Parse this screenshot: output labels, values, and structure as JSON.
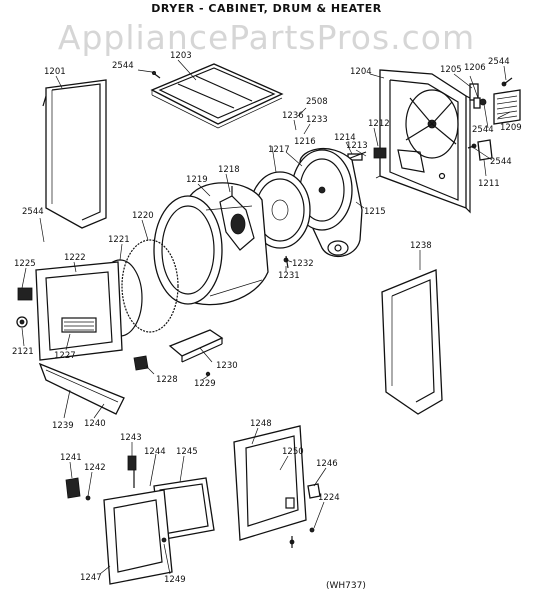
{
  "title": "DRYER - CABINET, DRUM & HEATER",
  "watermark": "AppliancePartsPros.com",
  "diagram_code": "(WH737)",
  "labels": {
    "p1201": "1201",
    "p2544_a": "2544",
    "p1203": "1203",
    "p1204": "1204",
    "p1205": "1205",
    "p1206": "1206",
    "p2544_b": "2544",
    "p2508": "2508",
    "p1236": "1236",
    "p1233": "1233",
    "p1212": "1212",
    "p1214": "1214",
    "p1213": "1213",
    "p1217": "1217",
    "p1216": "1216",
    "p2544_c": "2544",
    "p1209": "1209",
    "p2544_d": "2544",
    "p1211": "1211",
    "p1215": "1215",
    "p1219": "1219",
    "p1218": "1218",
    "p2544_e": "2544",
    "p1220": "1220",
    "p1221": "1221",
    "p1225": "1225",
    "p1222": "1222",
    "p1232": "1232",
    "p1231": "1231",
    "p1238": "1238",
    "p2121": "2121",
    "p1227": "1227",
    "p1230": "1230",
    "p1228": "1228",
    "p1229": "1229",
    "p1239": "1239",
    "p1240": "1240",
    "p1248": "1248",
    "p1243": "1243",
    "p1244": "1244",
    "p1245": "1245",
    "p1250": "1250",
    "p1246": "1246",
    "p1241": "1241",
    "p1242": "1242",
    "p1224": "1224",
    "p1247": "1247",
    "p1249": "1249"
  }
}
